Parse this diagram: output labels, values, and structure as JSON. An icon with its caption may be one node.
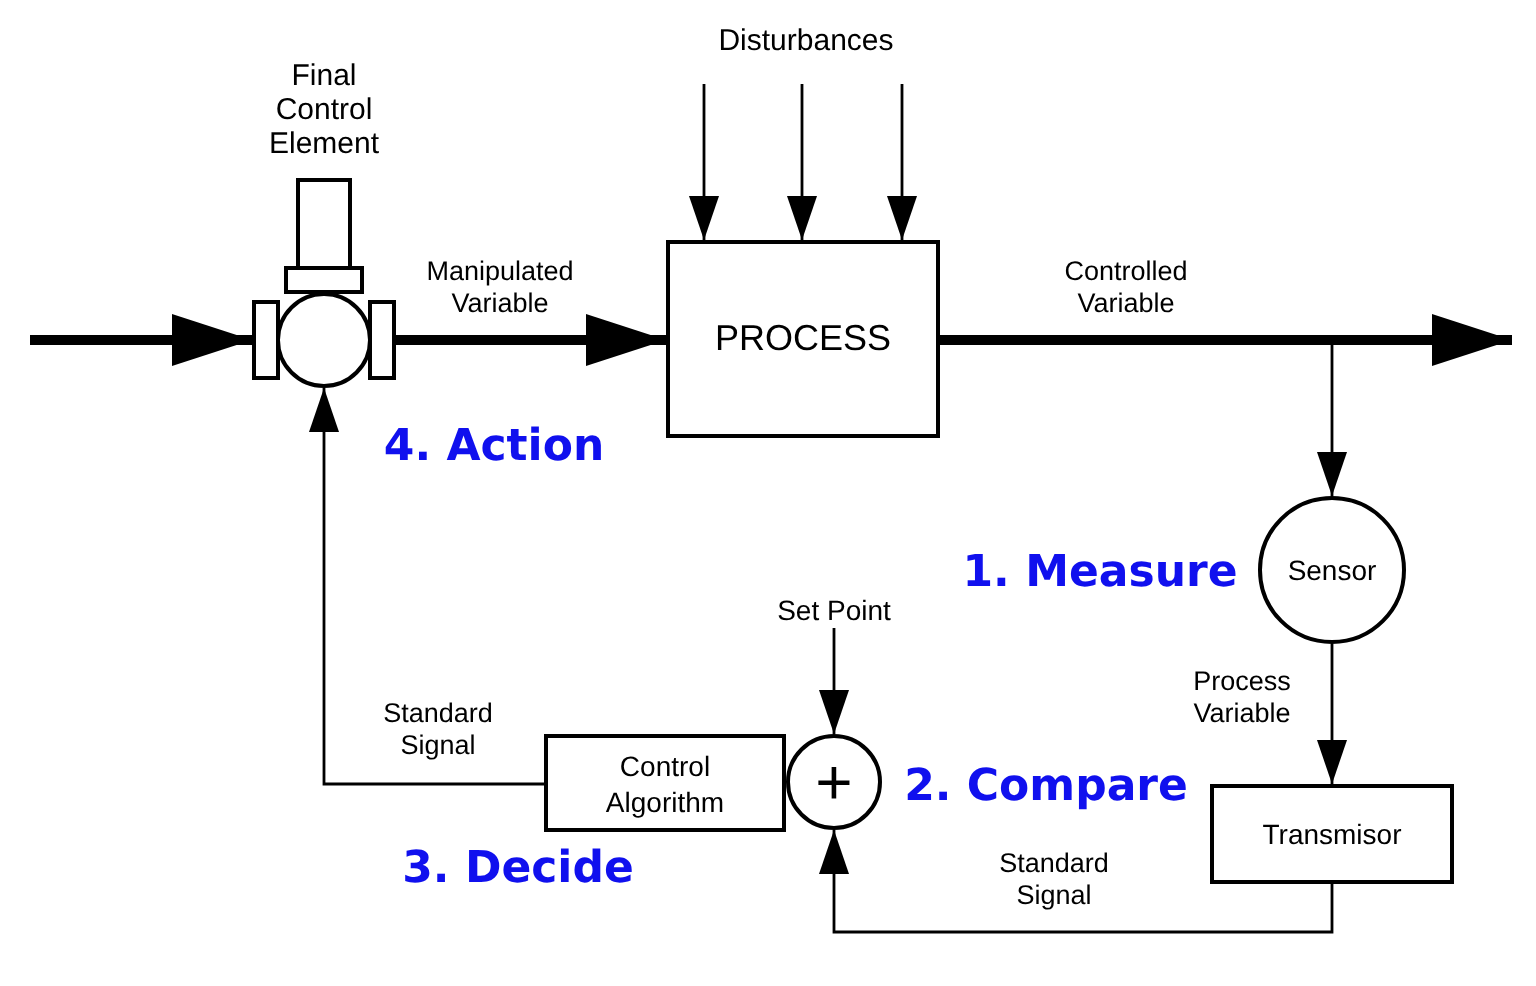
{
  "diagram": {
    "nodes": [
      {
        "text": [],
        "shape": "valve",
        "beside": [
          "Final Control Element"
        ]
      },
      {
        "text": [
          "PROCESS"
        ]
      },
      {
        "text": [
          "Sensor"
        ]
      },
      {
        "text": [
          "Set Point"
        ]
      },
      {
        "text": [
          "Control Algorithm"
        ]
      },
      {
        "text": [
          "+"
        ]
      },
      {
        "text": [
          "Transmisor"
        ]
      }
    ],
    "edges": [
      {
        "from": null,
        "to": 0,
        "arrow": "to",
        "style": "thick"
      },
      {
        "from": 0,
        "to": 1,
        "arrow": "to",
        "label": "Manipulated Variable",
        "style": "thick"
      },
      {
        "from": 1,
        "to": null,
        "arrow": "to",
        "label": "Controlled Variable",
        "style": "thick"
      },
      {
        "from": null,
        "to": 1,
        "arrow": "to"
      },
      {
        "from": null,
        "to": 1,
        "arrow": "to"
      },
      {
        "from": null,
        "to": 1,
        "arrow": "to"
      },
      {
        "from": 1,
        "to": 2,
        "arrow": "to"
      },
      {
        "from": 2,
        "to": 6,
        "arrow": "to",
        "label": "Process Variable"
      },
      {
        "from": 6,
        "to": 5,
        "arrow": "to",
        "label": "Standard Signal"
      },
      {
        "from": 3,
        "to": 5,
        "arrow": "to"
      },
      {
        "from": 4,
        "to": 0,
        "arrow": "to",
        "label": "Standard Signal"
      }
    ],
    "labels": [
      "Disturbances",
      "4. Action",
      "1. Measure",
      "2. Compare",
      "3. Decide"
    ]
  }
}
